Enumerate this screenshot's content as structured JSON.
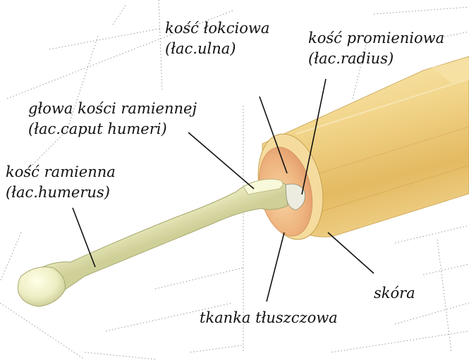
{
  "labels": {
    "ulna": {
      "name": "kość łokciowa",
      "latin": "(łac.ulna)"
    },
    "radius": {
      "name": "kość promieniowa",
      "latin": "(łac.radius)"
    },
    "caput": {
      "name": "głowa kości ramiennej",
      "latin": "(łac.caput humeri)"
    },
    "humerus": {
      "name": "kość ramienna",
      "latin": "(łac.humerus)"
    },
    "skin": {
      "name": "skóra"
    },
    "fat": {
      "name": "tkanka tłuszczowa"
    }
  },
  "colors": {
    "skin": "#f3d68a",
    "fat": "#eeb583",
    "bone": "#f1f1c8",
    "grid": "#9a9a9a",
    "text": "#111111"
  }
}
